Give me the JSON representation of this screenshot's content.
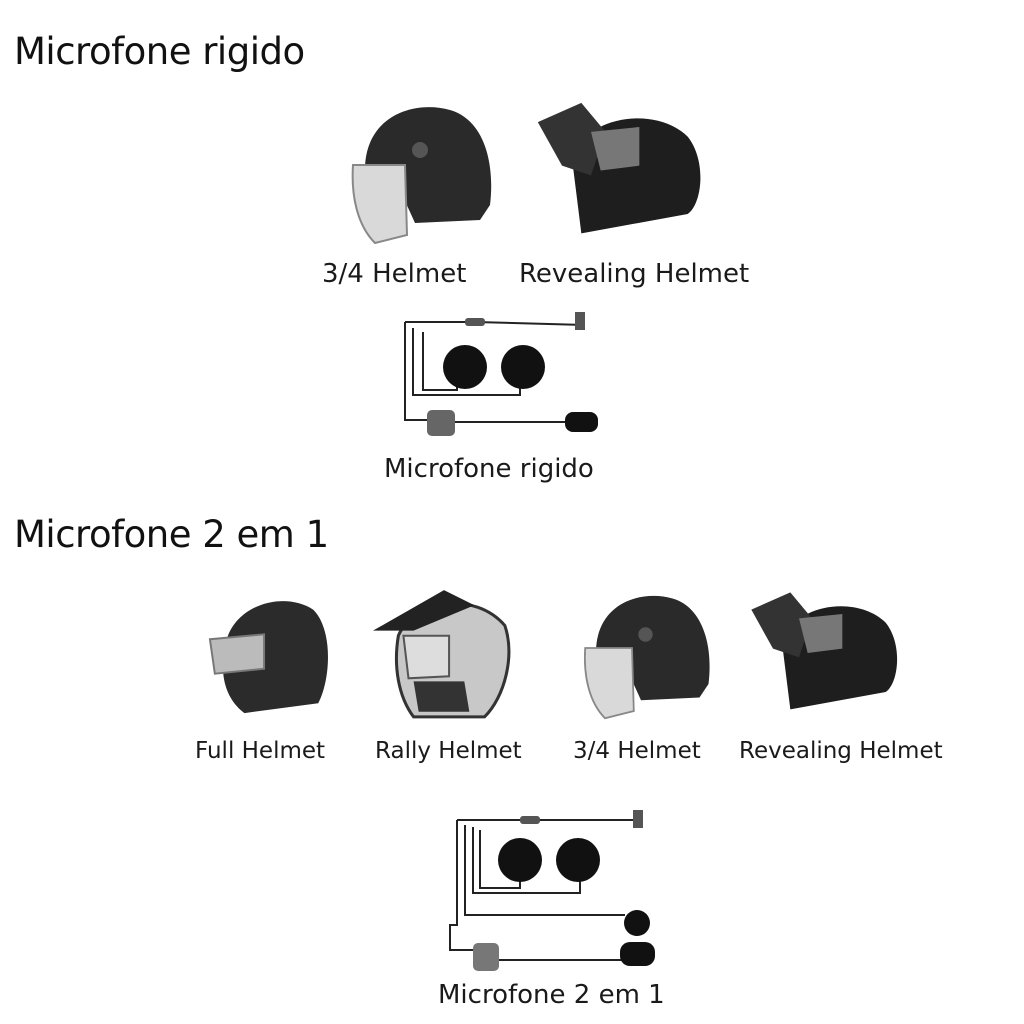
{
  "section1": {
    "title": "Microfone rigido",
    "helmets": [
      {
        "label": "3/4 Helmet",
        "icon": "three-quarter-helmet-icon"
      },
      {
        "label": "Revealing Helmet",
        "icon": "modular-helmet-icon"
      }
    ],
    "accessory_label": "Microfone rigido"
  },
  "section2": {
    "title": "Microfone 2 em 1",
    "helmets": [
      {
        "label": "Full Helmet",
        "icon": "full-face-helmet-icon"
      },
      {
        "label": "Rally Helmet",
        "icon": "rally-helmet-icon"
      },
      {
        "label": "3/4 Helmet",
        "icon": "three-quarter-helmet-icon"
      },
      {
        "label": "Revealing Helmet",
        "icon": "modular-helmet-icon"
      }
    ],
    "accessory_label": "Microfone 2 em 1"
  }
}
